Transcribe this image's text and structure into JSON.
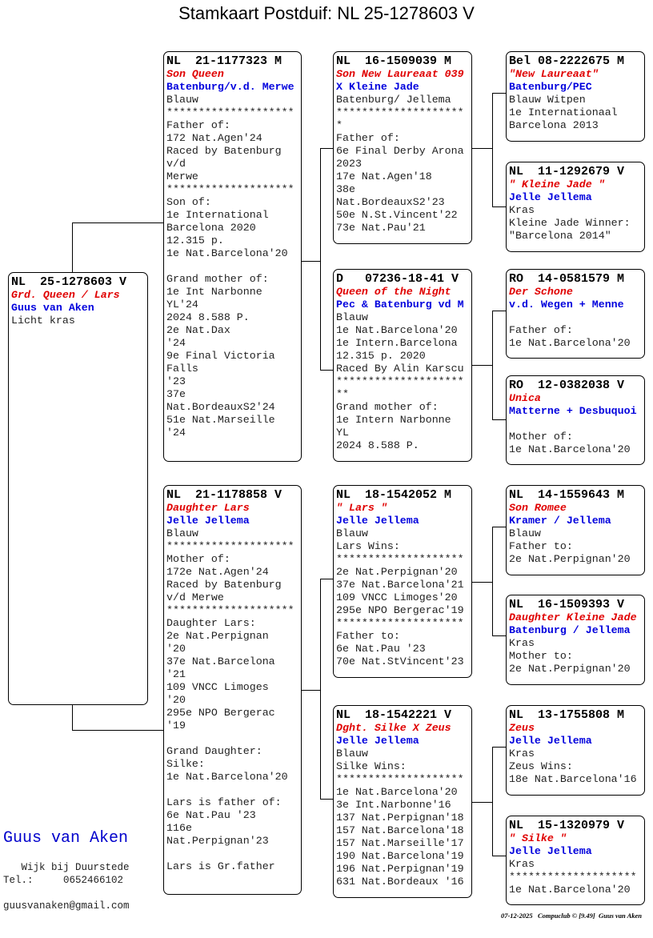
{
  "title": "Stamkaart Postduif: NL  25-1278603 V",
  "pigeons": {
    "subject": {
      "ring": "NL  25-1278603 V",
      "name": "Grd. Queen / Lars",
      "breeder": "Guus van Aken",
      "lines": [
        "Licht kras"
      ]
    },
    "sire": {
      "ring": "NL  21-1177323 M",
      "name": "Son Queen",
      "breeder": "Batenburg/v.d. Merwe",
      "lines": [
        "Blauw",
        "********************",
        "Father of:",
        "172 Nat.Agen'24",
        "Raced by Batenburg",
        "v/d",
        "Merwe",
        "********************",
        "Son of:",
        "1e International",
        "Barcelona 2020",
        "12.315 p.",
        "1e Nat.Barcelona'20",
        "",
        "Grand mother of:",
        "1e Int Narbonne",
        "YL'24",
        "2024 8.588 P.",
        "2e Nat.Dax",
        "'24",
        "9e Final Victoria",
        "Falls",
        "'23",
        "37e",
        "Nat.BordeauxS2'24",
        "51e Nat.Marseille",
        "'24"
      ]
    },
    "dam": {
      "ring": "NL  21-1178858 V",
      "name": "Daughter Lars",
      "breeder": "Jelle Jellema",
      "lines": [
        "Blauw",
        "********************",
        "Mother of:",
        "172e Nat.Agen'24",
        "Raced by Batenburg",
        "v/d Merwe",
        "********************",
        "Daughter Lars:",
        "2e Nat.Perpignan",
        "'20",
        "37e Nat.Barcelona",
        "'21",
        "109 VNCC Limoges",
        "'20",
        "295e NPO Bergerac",
        "'19",
        "",
        "Grand Daughter:",
        "Silke:",
        "1e Nat.Barcelona'20",
        "",
        "Lars is father of:",
        "6e Nat.Pau '23",
        "116e",
        "Nat.Perpignan'23",
        "",
        "Lars is Gr.father"
      ]
    },
    "ss": {
      "ring": "NL  16-1509039 M",
      "name": "Son New Laureaat 039",
      "breeder": "X Kleine Jade",
      "lines": [
        "Batenburg/ Jellema",
        "********************",
        "*",
        "Father of:",
        "6e Final Derby Arona",
        "2023",
        "17e Nat.Agen'18",
        "38e",
        "Nat.BordeauxS2'23",
        "50e N.St.Vincent'22",
        "73e Nat.Pau'21"
      ]
    },
    "sd": {
      "ring": "D   07236-18-41 V",
      "name": "Queen of the Night",
      "breeder": "Pec & Batenburg vd M",
      "lines": [
        "Blauw",
        "1e Nat.Barcelona'20",
        "1e Intern.Barcelona",
        "12.315 p. 2020",
        "Raced By Alin Karscu",
        "********************",
        "**",
        "Grand mother of:",
        "1e Intern Narbonne",
        "YL",
        "2024 8.588 P."
      ]
    },
    "ds": {
      "ring": "NL  18-1542052 M",
      "name": "\" Lars \"",
      "breeder": "Jelle Jellema",
      "lines": [
        "Blauw",
        "Lars Wins:",
        "********************",
        "2e Nat.Perpignan'20",
        "37e Nat.Barcelona'21",
        "109 VNCC Limoges'20",
        "295e NPO Bergerac'19",
        "********************",
        "Father to:",
        "6e Nat.Pau '23",
        "70e Nat.StVincent'23"
      ]
    },
    "dd": {
      "ring": "NL  18-1542221 V",
      "name": "Dght. Silke X Zeus",
      "breeder": "Jelle Jellema",
      "lines": [
        "Blauw",
        "Silke Wins:",
        "********************",
        "1e Nat.Barcelona'20",
        "3e Int.Narbonne'16",
        "137 Nat.Perpignan'18",
        "157 Nat.Barcelona'18",
        "157 Nat.Marseille'17",
        "190 Nat.Barcelona'19",
        "196 Nat.Perpignan'19",
        "631 Nat.Bordeaux '16"
      ]
    },
    "sss": {
      "ring": "Bel 08-2222675 M",
      "name": "\"New Laureaat\"",
      "breeder": "Batenburg/PEC",
      "lines": [
        "Blauw Witpen",
        "1e Internationaal",
        "Barcelona 2013"
      ]
    },
    "ssd": {
      "ring": "NL  11-1292679 V",
      "name": "\" Kleine Jade \"",
      "breeder": "Jelle Jellema",
      "lines": [
        "Kras",
        "Kleine Jade Winner:",
        "\"Barcelona 2014\""
      ]
    },
    "sds": {
      "ring": "RO  14-0581579 M",
      "name": "Der Schone",
      "breeder": "v.d. Wegen + Menne",
      "lines": [
        "",
        "Father of:",
        "1e Nat.Barcelona'20"
      ]
    },
    "sdd": {
      "ring": "RO  12-0382038 V",
      "name": "Unica",
      "breeder": "Matterne + Desbuquoi",
      "lines": [
        "",
        "Mother of:",
        "1e Nat.Barcelona'20"
      ]
    },
    "dss": {
      "ring": "NL  14-1559643 M",
      "name": "Son Romee",
      "breeder": "Kramer / Jellema",
      "lines": [
        "Blauw",
        "Father to:",
        "2e Nat.Perpignan'20"
      ]
    },
    "dsd": {
      "ring": "NL  16-1509393 V",
      "name": "Daughter Kleine Jade",
      "breeder": "Batenburg / Jellema",
      "lines": [
        "Kras",
        "Mother to:",
        "2e Nat.Perpignan'20"
      ]
    },
    "dds": {
      "ring": "NL  13-1755808 M",
      "name": "Zeus",
      "breeder": "Jelle Jellema",
      "lines": [
        "Kras",
        "Zeus Wins:",
        "18e Nat.Barcelona'16"
      ]
    },
    "ddd": {
      "ring": "NL  15-1320979 V",
      "name": "\" Silke \"",
      "breeder": "Jelle Jellema",
      "lines": [
        "Kras",
        "********************",
        "1e Nat.Barcelona'20"
      ]
    }
  },
  "owner": {
    "name": "Guus van Aken",
    "city": "   Wijk bij Duurstede",
    "phone": "Tel.:     0652466102",
    "email": "guusvanaken@gmail.com"
  },
  "footer": "07-12-2025   Compuclub © [9.49]  Guus van Aken"
}
